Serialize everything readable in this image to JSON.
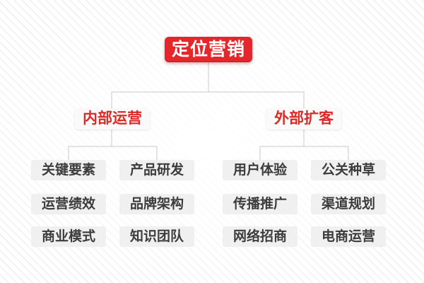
{
  "colors": {
    "accent_red": "#e5262b",
    "branch_text_red": "#dd2a26",
    "branch_bg": "#fafafa",
    "leaf_bg": "#f0f0f0",
    "leaf_text": "#3c3c3c",
    "connector": "#c9c9c9",
    "stripe": "#f0f0f0"
  },
  "tree": {
    "root": {
      "label": "定位营销"
    },
    "branches": [
      {
        "label": "内部运营",
        "children": [
          "关键要素",
          "产品研发",
          "运营绩效",
          "品牌架构",
          "商业模式",
          "知识团队"
        ]
      },
      {
        "label": "外部扩客",
        "children": [
          "用户体验",
          "公关种草",
          "传播推广",
          "渠道规划",
          "网络招商",
          "电商运营"
        ]
      }
    ]
  }
}
